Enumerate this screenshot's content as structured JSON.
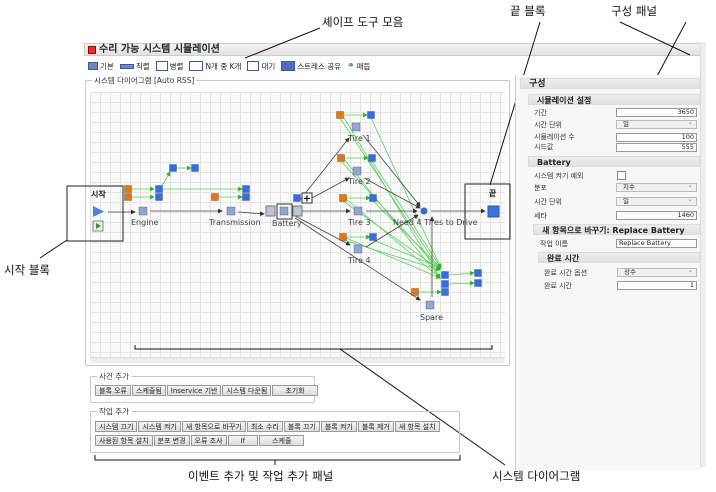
{
  "window": {
    "title": "수리 가능 시스템 시뮬레이션"
  },
  "toolbar": {
    "items": [
      {
        "label": "기본",
        "icon": "basic-block-icon"
      },
      {
        "label": "직렬",
        "icon": "series-icon"
      },
      {
        "label": "병렬",
        "icon": "parallel-icon"
      },
      {
        "label": "N개 중 K개",
        "icon": "k-out-of-n-icon"
      },
      {
        "label": "대기",
        "icon": "standby-icon"
      },
      {
        "label": "스트레스 공유",
        "icon": "stress-sharing-icon"
      },
      {
        "label": "매듭",
        "icon": "knot-icon"
      }
    ]
  },
  "diagram": {
    "title": "시스템 다이어그램 [Auto RSS]",
    "start_label": "시작",
    "end_label": "끝",
    "nodes": {
      "engine": "Engine",
      "transmission": "Transmission",
      "battery": "Battery",
      "tire1": "Tire 1",
      "tire2": "Tire 2",
      "tire3": "Tire 3",
      "tire4": "Tire 4",
      "knot": "Need 4 Tires to Drive",
      "spare": "Spare"
    },
    "colors": {
      "event": "#e8760a",
      "action": "#2f6fe8",
      "block": "#8fa6d8",
      "green_link": "#3ec23e",
      "link": "#444444"
    }
  },
  "events": {
    "title": "사건 추가",
    "buttons": [
      "블록 오류",
      "스케줄됨",
      "Inservice 기반",
      "시스템 다운됨",
      "초기화"
    ]
  },
  "actions": {
    "title": "작업 추가",
    "buttons": [
      "시스템 끄기",
      "시스템 켜기",
      "새 항목으로 바꾸기",
      "최소 수리",
      "블록 끄기",
      "블록 켜기",
      "블록 제거",
      "새 항목 설치",
      "사용된 항목 설치",
      "분포 변경",
      "오류 조사",
      "If",
      "스케줄"
    ]
  },
  "config": {
    "title": "구성",
    "sim": {
      "title": "시뮬레이션 설정",
      "duration_label": "기간",
      "duration": "3650",
      "time_unit_label": "시간 단위",
      "time_unit": "일",
      "runs_label": "시뮬레이션 수",
      "runs": "100",
      "seed_label": "시드값",
      "seed": "555"
    },
    "battery": {
      "title": "Battery",
      "exclude_label": "시스템 켜기 예외",
      "exclude_checked": false,
      "dist_label": "분포",
      "dist": "지수",
      "time_unit_label": "시간 단위",
      "time_unit": "일",
      "theta_label": "세타",
      "theta": "1460"
    },
    "replace": {
      "title": "새 항목으로 바꾸기: Replace Battery",
      "name_label": "작업 이름",
      "name": "Replace Battery",
      "completion": {
        "title": "완료 시간",
        "option_label": "완료 시간 옵션",
        "option": "상수",
        "time_label": "완료 시간",
        "time": "1"
      }
    }
  },
  "callouts": {
    "shape_toolbar": "셰이프 도구 모음",
    "end_block": "끝 블록",
    "config_panel": "구성 패널",
    "start_block": "시작 블록",
    "event_action_panel": "이벤트 추가 및 작업 추가 패널",
    "system_diagram": "시스템 다이어그램"
  }
}
